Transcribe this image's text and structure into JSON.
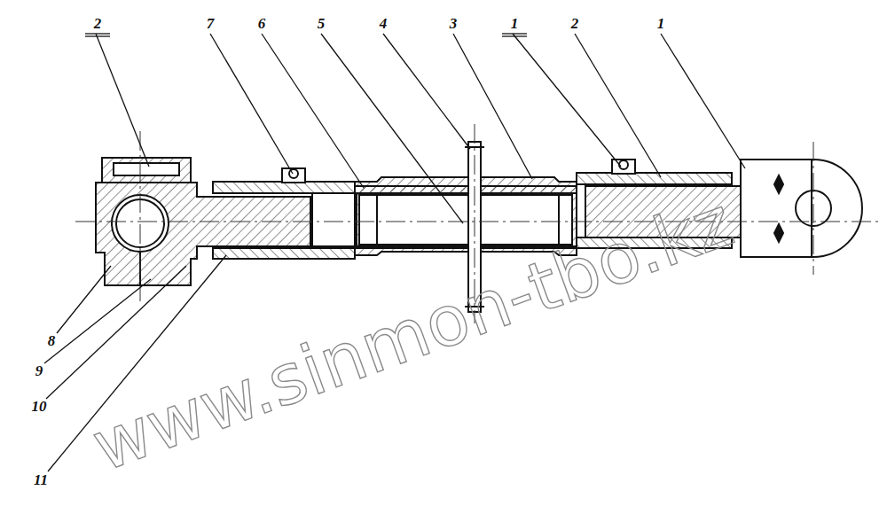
{
  "diagram": {
    "labels": [
      "2",
      "7",
      "6",
      "5",
      "4",
      "3",
      "1",
      "2",
      "1",
      "8",
      "9",
      "10",
      "11",
      "www.sinmon-tbo.kz"
    ]
  }
}
